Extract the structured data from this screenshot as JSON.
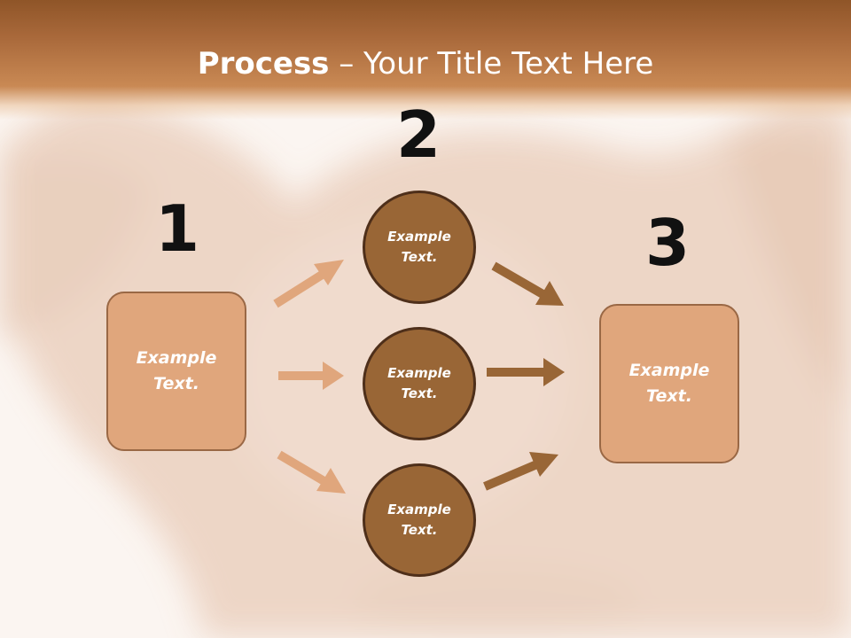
{
  "title": {
    "bold": "Process",
    "rest": " – Your Title Text Here"
  },
  "steps": [
    {
      "number": "1",
      "label": "Example Text."
    },
    {
      "number": "2",
      "label": ""
    },
    {
      "number": "3",
      "label": "Example Text."
    }
  ],
  "circles": [
    {
      "label": "Example Text."
    },
    {
      "label": "Example Text."
    },
    {
      "label": "Example Text."
    }
  ],
  "colors": {
    "title_bar": "#a8683a",
    "box_fill": "#e0a67c",
    "box_border": "#9a6845",
    "circle_fill": "#996636",
    "circle_border": "#4e2f1a",
    "arrow_light": "#e0a67c",
    "arrow_dark": "#996636"
  }
}
